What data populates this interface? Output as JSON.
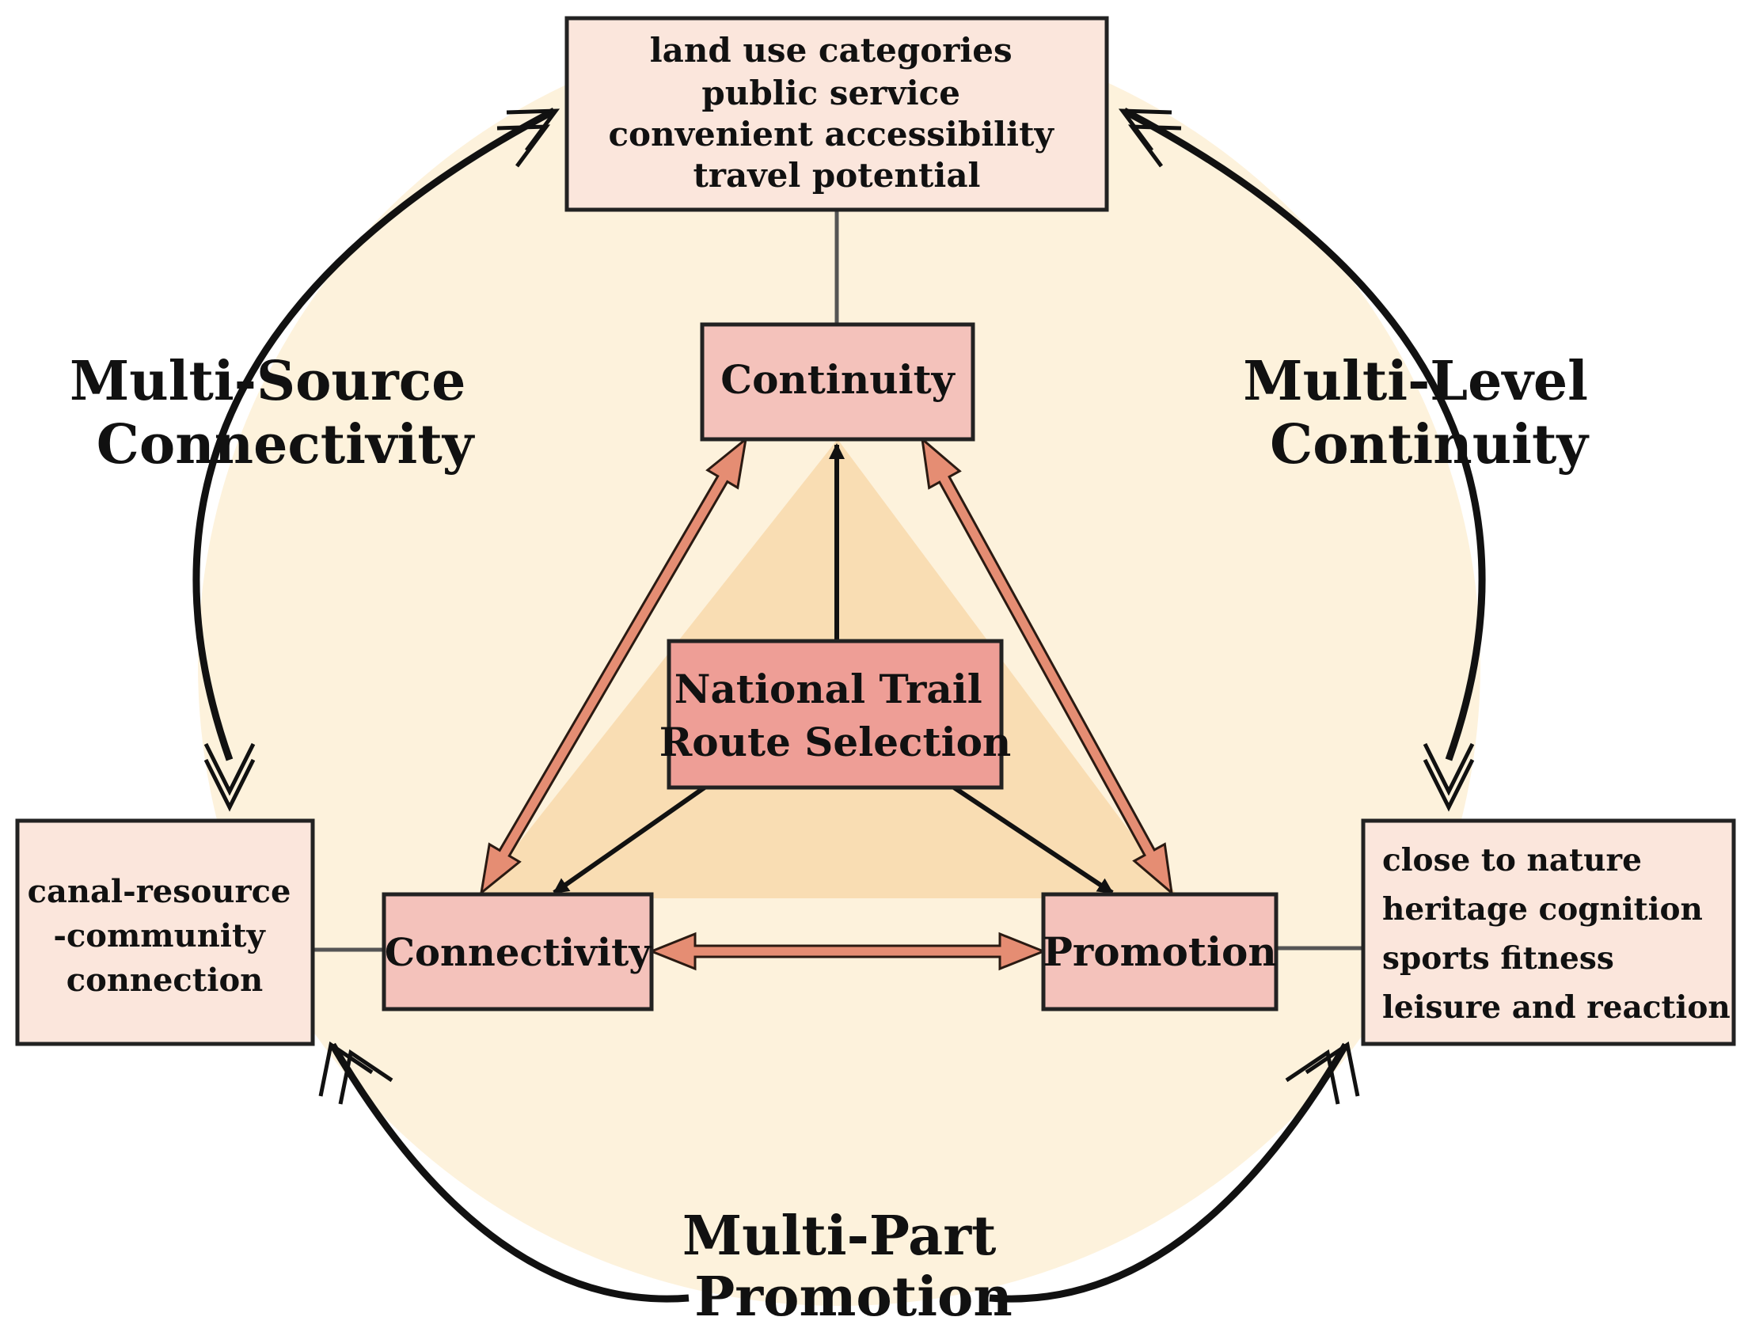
{
  "colors": {
    "background": "#ffffff",
    "circle_fill": "#fdf2dc",
    "triangle_fill": "#f9ddb3",
    "outer_box_fill": "#fbe6dc",
    "inner_box_fill": "#f4c2bb",
    "center_box_fill": "#ee9e96",
    "double_arrow": "#e58d73",
    "line": "#222222",
    "connector": "#555555"
  },
  "outer_labels": {
    "left": [
      "Multi-Source",
      "Connectivity"
    ],
    "right": [
      "Multi-Level",
      "Continuity"
    ],
    "bottom": [
      "Multi-Part",
      "Promotion"
    ]
  },
  "top_box": {
    "lines": [
      "land use categories",
      "public service",
      "convenient accessibility",
      "travel potential"
    ]
  },
  "left_box": {
    "lines": [
      "canal-resource",
      "-community",
      "connection"
    ]
  },
  "right_box": {
    "lines": [
      "close to nature",
      "heritage cognition",
      "sports fitness",
      "leisure and reaction"
    ]
  },
  "nodes": {
    "continuity": "Continuity",
    "connectivity": "Connectivity",
    "promotion": "Promotion",
    "center": [
      "National Trail",
      "Route Selection"
    ]
  }
}
